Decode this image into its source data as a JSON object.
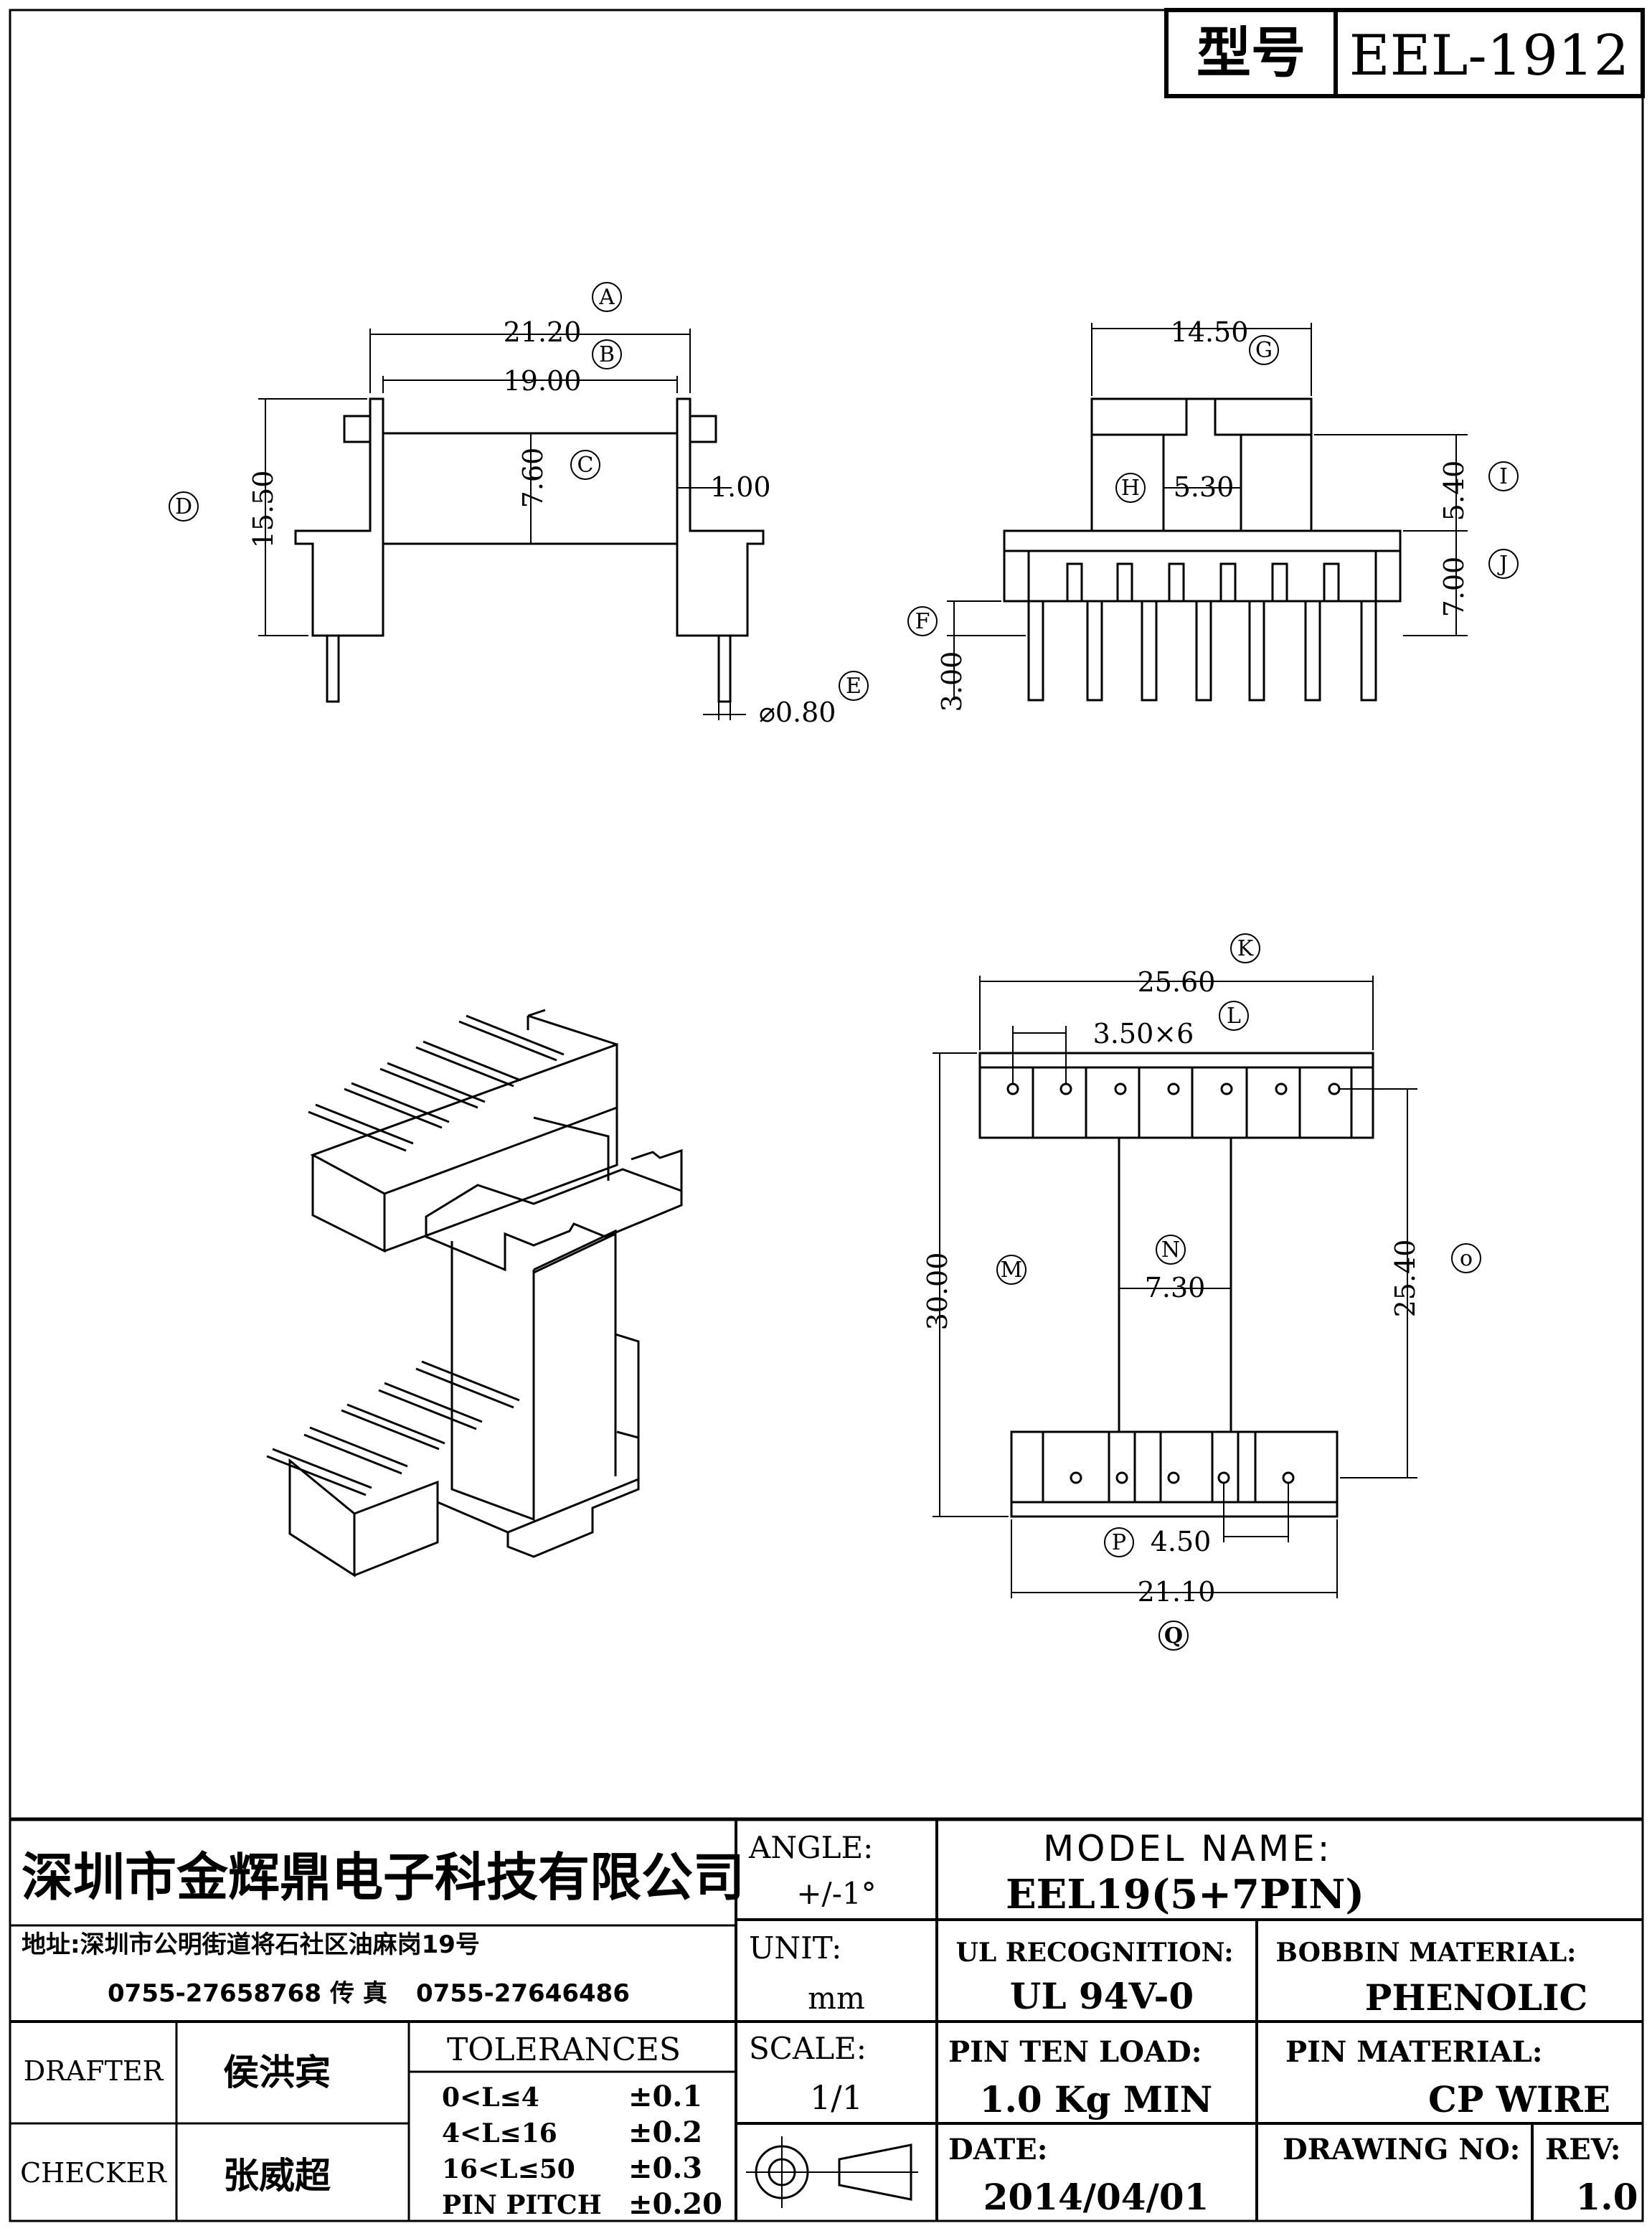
{
  "header": {
    "label": "型号",
    "model": "EEL-1912"
  },
  "dimensions": {
    "A": {
      "letter": "A",
      "value": "21.20"
    },
    "B": {
      "letter": "B",
      "value": "19.00"
    },
    "C": {
      "letter": "C",
      "value": "7.60"
    },
    "D": {
      "letter": "D",
      "value": "15.50"
    },
    "wall": {
      "value": "1.00"
    },
    "E": {
      "letter": "E",
      "value": "⌀0.80"
    },
    "F": {
      "letter": "F",
      "value": "3.00"
    },
    "G": {
      "letter": "G",
      "value": "14.50"
    },
    "H": {
      "letter": "H",
      "value": "5.30"
    },
    "I": {
      "letter": "I",
      "value": "5.40"
    },
    "J": {
      "letter": "J",
      "value": "7.00"
    },
    "K": {
      "letter": "K",
      "value": "25.60"
    },
    "L": {
      "letter": "L",
      "value": "3.50×6"
    },
    "M": {
      "letter": "M",
      "value": "30.00"
    },
    "N": {
      "letter": "N",
      "value": "7.30"
    },
    "O": {
      "letter": "o",
      "value": "25.40"
    },
    "P": {
      "letter": "P",
      "value": "4.50"
    },
    "Q": {
      "letter": "Q",
      "value": "21.10"
    }
  },
  "title_block": {
    "company": "深圳市金辉鼎电子科技有限公司",
    "address": "地址:深圳市公明街道将石社区油麻岗19号",
    "phone": "0755-27658768",
    "fax_label": "传 真",
    "fax": "0755-27646486",
    "angle_label": "ANGLE:",
    "angle_value": "+/-1°",
    "unit_label": "UNIT:",
    "unit_value": "mm",
    "scale_label": "SCALE:",
    "scale_value": "1/1",
    "model_name_label": "MODEL NAME:",
    "model_name_value": "EEL19(5+7PIN)",
    "ul_label": "UL RECOGNITION:",
    "ul_value": "UL 94V-0",
    "bobbin_label": "BOBBIN MATERIAL:",
    "bobbin_value": "PHENOLIC",
    "pin_load_label": "PIN TEN LOAD:",
    "pin_load_value": "1.0 Kg MIN",
    "pin_material_label": "PIN MATERIAL:",
    "pin_material_value": "CP WIRE",
    "date_label": "DATE:",
    "date_value": "2014/04/01",
    "drawing_no_label": "DRAWING NO:",
    "rev_label": "REV:",
    "rev_value": "1.0",
    "drafter_label": "DRAFTER",
    "drafter_name": "侯洪宾",
    "checker_label": "CHECKER",
    "checker_name": "张威超",
    "tolerances_label": "TOLERANCES",
    "tolerances": [
      {
        "range": "0<L≤4",
        "value": "±0.1"
      },
      {
        "range": "4<L≤16",
        "value": "±0.2"
      },
      {
        "range": "16<L≤50",
        "value": "±0.3"
      },
      {
        "range": "PIN PITCH",
        "value": "±0.20"
      }
    ]
  }
}
